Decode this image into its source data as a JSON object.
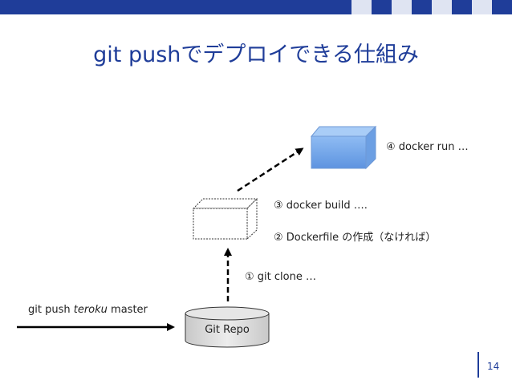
{
  "title": "git pushでデプロイできる仕組み",
  "labels": {
    "step4": "④ docker run …",
    "step3": "③ docker build ….",
    "step2": "② Dockerfile の作成（なければ）",
    "step1": "① git clone …",
    "push_prefix": "git push ",
    "push_italic": "teroku",
    "push_suffix": " master",
    "repo": "Git Repo"
  },
  "page_number": "14",
  "colors": {
    "title": "#1f3d99",
    "bar_dark": "#1f3d99",
    "bar_light": "#dfe4f2",
    "container_fill": "#6fa3e8",
    "repo_fill": "#d9d9d9"
  }
}
